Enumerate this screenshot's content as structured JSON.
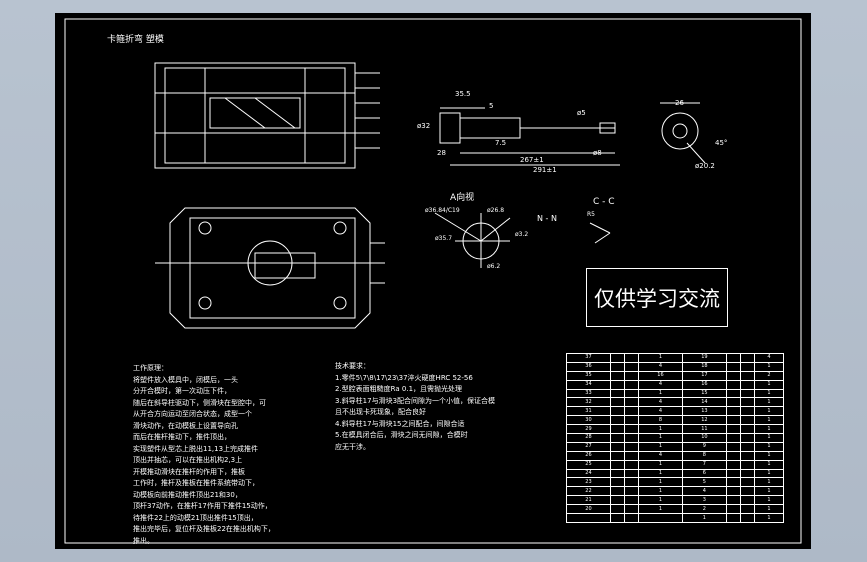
{
  "title_label": "卡箍折弯 塑模",
  "section_a": "A向视",
  "section_c": "C - C",
  "section_n": "N - N",
  "watermark": "仅供学习交流",
  "dimensions": {
    "d1": "35.5",
    "d2": "5",
    "d3": "ø32",
    "d4": "7.5",
    "d5": "28",
    "d6": "267±1",
    "d7": "291±1",
    "d8": "ø5",
    "d9": "ø8",
    "d10": "26",
    "d11": "45°",
    "d12": "ø20.2",
    "d13": "ø36.84/C19",
    "d14": "ø26.8",
    "d15": "ø35.7",
    "d16": "ø3.2",
    "d17": "ø6.2",
    "d18": "R5"
  },
  "left_notes": [
    "工作原理：",
    "将塑件放入模具中，闭模后，一头",
    "分开合模时，第一次动压下件，",
    "随后在斜导柱驱动下，侧滑块在型腔中，可",
    "从开合方向运动至闭合状态，成型一个",
    "滑块动作，在动模板上设置导向孔",
    "而后在推杆推动下，推件顶出，",
    "实现塑件从型芯上脱出11,13上完成推件",
    "顶出并抽芯，可以在推出机构2,3上",
    "开模推动滑块在推杆的作用下，推板",
    "工作时，推杆及推板在推件系统带动下，",
    "动模板向前推动推件顶出21和30，",
    "顶杆37动作，在推杆17作用下推件15动作，",
    "待推件22上的动模21顶出推件15顶出，",
    "推出完毕后，复位杆及推板22在推出机构下，",
    "推出。"
  ],
  "right_notes": [
    "技术要求：",
    "1.零件5\\7\\8\\17\\23\\37淬火硬度HRC 52-56",
    "2.型腔表面粗糙度Ra 0.1，且需抛光处理",
    "3.斜导柱17与滑块3配合间隙为一个小值，保证合模",
    "  且不出现卡死现象，配合良好",
    "4.斜导柱17与滑块15之间配合，间隙合适",
    "5.在模具闭合后，滑块之间无间隙，合模时",
    "  应无干涉。"
  ],
  "bom_left": [
    [
      "37",
      "",
      "",
      "1"
    ],
    [
      "36",
      "",
      "",
      "4"
    ],
    [
      "35",
      "",
      "",
      "16"
    ],
    [
      "34",
      "",
      "",
      "4"
    ],
    [
      "33",
      "",
      "",
      "1"
    ],
    [
      "32",
      "",
      "",
      "4"
    ],
    [
      "31",
      "",
      "",
      "4"
    ],
    [
      "30",
      "",
      "",
      "8"
    ],
    [
      "29",
      "",
      "",
      "1"
    ],
    [
      "28",
      "",
      "",
      "1"
    ],
    [
      "27",
      "",
      "",
      "1"
    ],
    [
      "26",
      "",
      "",
      "4"
    ],
    [
      "25",
      "",
      "",
      "1"
    ],
    [
      "24",
      "",
      "",
      "1"
    ],
    [
      "23",
      "",
      "",
      "1"
    ],
    [
      "22",
      "",
      "",
      "1"
    ],
    [
      "21",
      "",
      "",
      "1"
    ],
    [
      "20",
      "",
      "",
      "1"
    ],
    [
      "",
      "",
      "",
      ""
    ]
  ],
  "bom_right": [
    [
      "19",
      "",
      "",
      "4"
    ],
    [
      "18",
      "",
      "",
      "1"
    ],
    [
      "17",
      "",
      "",
      "2"
    ],
    [
      "16",
      "",
      "",
      "1"
    ],
    [
      "15",
      "",
      "",
      "1"
    ],
    [
      "14",
      "",
      "",
      "1"
    ],
    [
      "13",
      "",
      "",
      "1"
    ],
    [
      "12",
      "",
      "",
      "1"
    ],
    [
      "11",
      "",
      "",
      "1"
    ],
    [
      "10",
      "",
      "",
      "1"
    ],
    [
      "9",
      "",
      "",
      "1"
    ],
    [
      "8",
      "",
      "",
      "1"
    ],
    [
      "7",
      "",
      "",
      "1"
    ],
    [
      "6",
      "",
      "",
      "1"
    ],
    [
      "5",
      "",
      "",
      "1"
    ],
    [
      "4",
      "",
      "",
      "1"
    ],
    [
      "3",
      "",
      "",
      "1"
    ],
    [
      "2",
      "",
      "",
      "1"
    ],
    [
      "1",
      "",
      "",
      "1"
    ]
  ]
}
